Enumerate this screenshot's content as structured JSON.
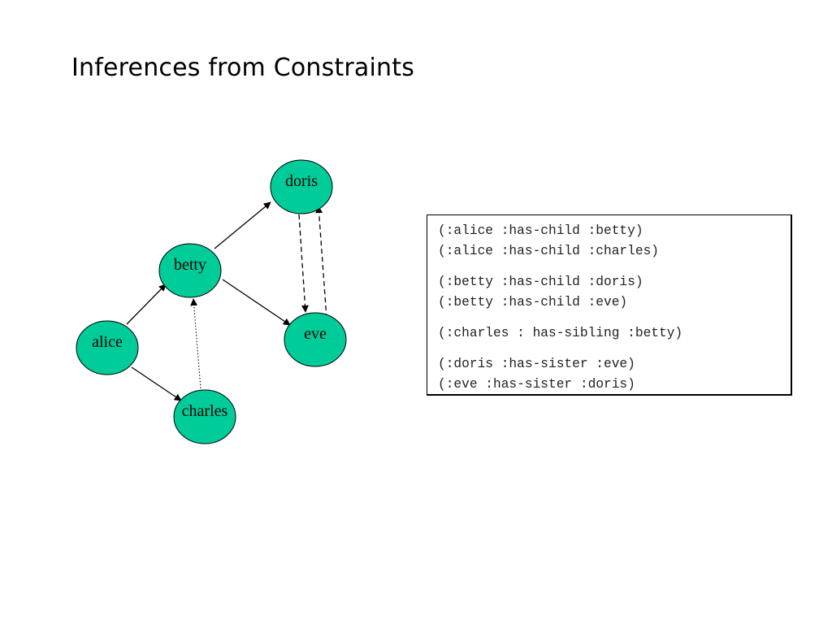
{
  "title": "Inferences from Constraints",
  "graph": {
    "nodes": [
      {
        "id": "alice",
        "label": "alice"
      },
      {
        "id": "betty",
        "label": "betty"
      },
      {
        "id": "charles",
        "label": "charles"
      },
      {
        "id": "doris",
        "label": "doris"
      },
      {
        "id": "eve",
        "label": "eve"
      }
    ],
    "edges": [
      {
        "from": "alice",
        "to": "betty",
        "style": "solid"
      },
      {
        "from": "alice",
        "to": "charles",
        "style": "solid"
      },
      {
        "from": "betty",
        "to": "doris",
        "style": "solid"
      },
      {
        "from": "betty",
        "to": "eve",
        "style": "solid"
      },
      {
        "from": "charles",
        "to": "betty",
        "style": "dotted"
      },
      {
        "from": "doris",
        "to": "eve",
        "style": "dashed"
      },
      {
        "from": "eve",
        "to": "doris",
        "style": "dashed"
      }
    ],
    "node_color": "#00cc99"
  },
  "facts": [
    [
      "(:alice :has-child :betty)",
      "(:alice :has-child :charles)"
    ],
    [
      "(:betty :has-child :doris)",
      "(:betty :has-child :eve)"
    ],
    [
      "(:charles : has-sibling :betty)"
    ],
    [
      "(:doris :has-sister :eve)",
      "(:eve :has-sister :doris)"
    ]
  ]
}
